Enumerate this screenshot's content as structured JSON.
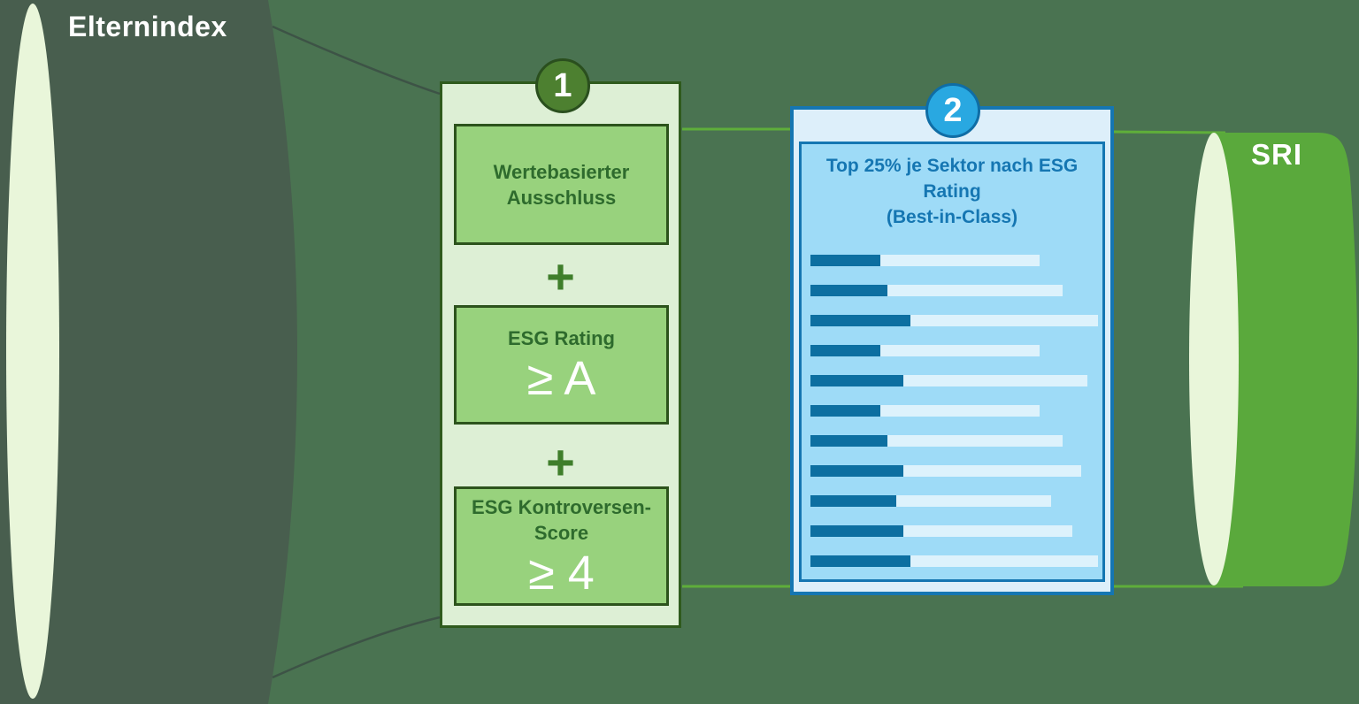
{
  "parent_index": {
    "label": "Elternindex"
  },
  "sri": {
    "label": "SRI"
  },
  "step1": {
    "badge": "1",
    "plus": "+",
    "box1": {
      "label": "Wertebasierter\nAusschluss"
    },
    "box2": {
      "label": "ESG Rating",
      "value": "≥ A"
    },
    "box3": {
      "label": "ESG Kontroversen-\nScore",
      "value": "≥ 4"
    }
  },
  "step2": {
    "badge": "2",
    "title": "Top 25% je Sektor nach ESG\nRating\n(Best-in-Class)",
    "bars": [
      {
        "dark": 79,
        "total": 259
      },
      {
        "dark": 87,
        "total": 285
      },
      {
        "dark": 113,
        "total": 325
      },
      {
        "dark": 79,
        "total": 259
      },
      {
        "dark": 105,
        "total": 313
      },
      {
        "dark": 79,
        "total": 259
      },
      {
        "dark": 87,
        "total": 285
      },
      {
        "dark": 105,
        "total": 306
      },
      {
        "dark": 97,
        "total": 272
      },
      {
        "dark": 105,
        "total": 296
      },
      {
        "dark": 113,
        "total": 325
      }
    ]
  },
  "palette": {
    "background": "#4a7351",
    "parent_cylinder": "#485e4e",
    "cylinder_cap": "#e9f6da",
    "panel1_fill": "#ddefd5",
    "panel1_border": "#2f5a1d",
    "green_box_fill": "#98d27d",
    "green_box_border": "#2c531c",
    "green_box_text": "#2e6b2d",
    "badge1_fill": "#4d8030",
    "panel2_fill": "#ddeffa",
    "panel2_border": "#1576b2",
    "inner_blue_fill": "#9edbf7",
    "badge2_fill": "#29a8e1",
    "bar_dark": "#0d6fa1",
    "bar_light": "#ddf2fc",
    "sri_cylinder": "#5aa93c",
    "green_connector": "#5fae3a",
    "dark_connector": "#3d5346",
    "white_text": "#ffffff"
  }
}
